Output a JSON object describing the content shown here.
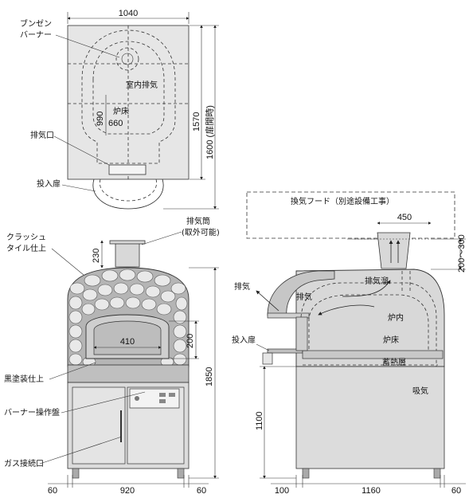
{
  "top_view": {
    "width_dim": "1040",
    "height_dim": "1570",
    "height_door_dim": "1600 (扉開時)",
    "inner_width": "660",
    "inner_depth": "990",
    "burner_label": "ブンゼン\nバーナー",
    "exhaust_indoor": "室内排気",
    "hearth": "炉床",
    "exhaust_port": "排気口",
    "loading_door": "投入扉"
  },
  "front_view": {
    "chimney_label": "排気筒\n(取外可能)",
    "tile_label": "クラッシュ\nタイル仕上",
    "black_paint_label": "黒塗装仕上",
    "burner_panel_label": "バーナー操作盤",
    "gas_label": "ガス接続口",
    "chimney_height": "230",
    "opening_width": "410",
    "opening_height": "200",
    "total_height": "1850",
    "width_left": "60",
    "width_main": "920",
    "width_right": "60"
  },
  "side_view": {
    "hood_label": "換気フード（別途設備工事）",
    "hood_width": "450",
    "hood_gap": "200～300",
    "exhaust_chamber": "排気溜",
    "exhaust_out": "排気",
    "exhaust_in": "排気",
    "furnace_inside": "炉内",
    "hearth": "炉床",
    "heat_layer": "蓄熱層",
    "intake": "吸気",
    "loading_door": "投入扉",
    "stand_height": "1100",
    "width_left": "100",
    "width_main": "1160",
    "width_right": "60"
  }
}
